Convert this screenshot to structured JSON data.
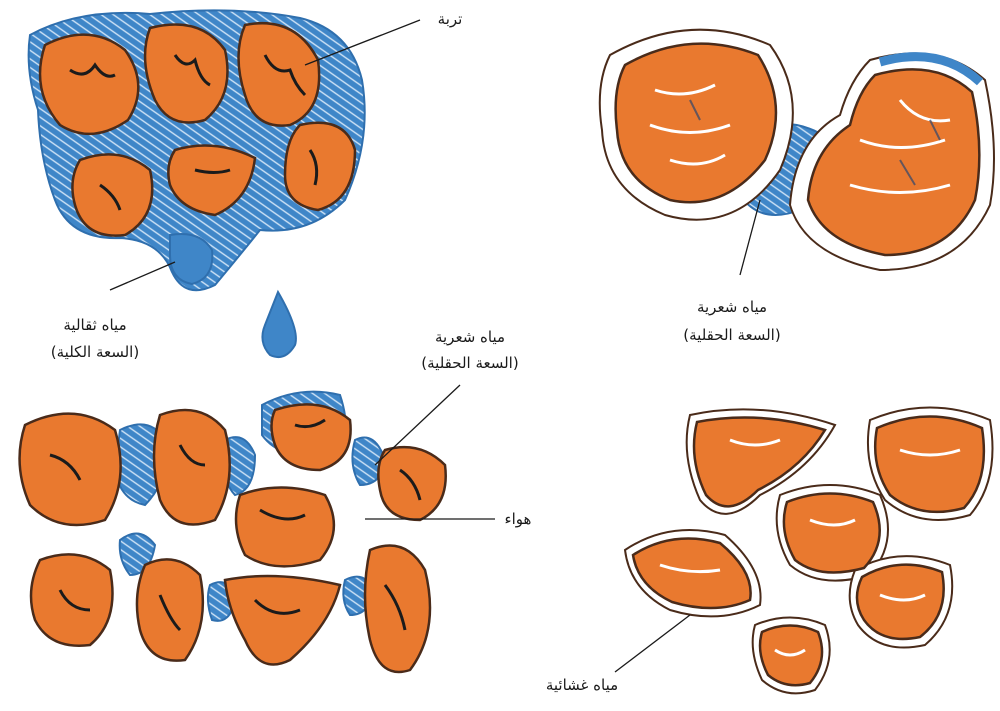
{
  "labels": {
    "soil": "تربة",
    "gravity_water": "مياه ثقالية",
    "saturation_capacity": "(السعة الكلية)",
    "capillary_water_top": "مياه شعرية",
    "field_capacity_top": "(السعة الحقلية)",
    "capillary_water_bottom": "مياه شعرية",
    "field_capacity_bottom": "(السعة الحقلية)",
    "air": "هواء",
    "hygroscopic_water": "مياه غشائية"
  },
  "colors": {
    "particle": "#e9792f",
    "water": "#3f86c8",
    "outline": "#4a2b1a",
    "crack": "#1b1b1b"
  }
}
